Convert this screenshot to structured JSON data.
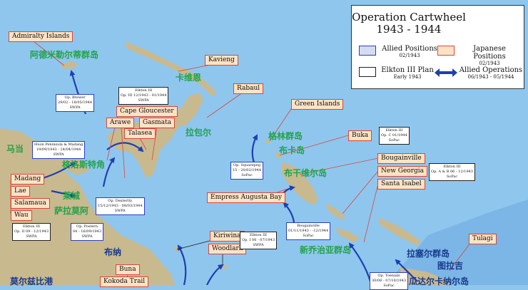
{
  "legend": {
    "title": "Operation Cartwheel",
    "years": "1943 - 1944",
    "allied_positions": "Allied Positions",
    "allied_positions_date": "02/1943",
    "japanese_positions": "Japanese Positions",
    "japanese_positions_date": "02/1943",
    "elkton_plan": "Elkton III Plan",
    "elkton_plan_date": "Early 1943",
    "allied_operations": "Allied Operations",
    "allied_operations_date": "06/1943 - 05/1944"
  },
  "colors": {
    "sea": "#8fc6ee",
    "land": "#c9b98f",
    "allied_fill": "#d4dcf0",
    "allied_border": "#2b3fbf",
    "japanese_fill": "#fbe3c4",
    "japanese_border": "#d9463a",
    "arrow": "#1f3fb0",
    "chinese_label": "#22a34a"
  },
  "places": {
    "admiralty": "Admiralty Islands",
    "kavieng": "Kavieng",
    "rabaul": "Rabaul",
    "green_islands": "Green Islands",
    "buka": "Buka",
    "bougainville": "Bougainville",
    "new_georgia": "New Georgia",
    "santa_isabel": "Santa Isabel",
    "tulagi": "Tulagi",
    "cape_gloucester": "Cape Gloucester",
    "arawe": "Arawe",
    "gasmata": "Gasmata",
    "talasea": "Talasea",
    "empress_augusta": "Empress Augusta Bay",
    "kiriwina": "Kiriwina",
    "woodlark": "Woodlark",
    "madang": "Madang",
    "lae": "Lae",
    "salamaua": "Salamaua",
    "wau": "Wau",
    "buna": "Buna",
    "kokoda": "Kokoda Trail"
  },
  "chinese": {
    "admiralty": "阿德米勒尔蒂群岛",
    "kavieng": "卡维恩",
    "rabaul": "拉包尔",
    "green_islands": "格林群岛",
    "buka": "布卡岛",
    "bougainville": "布干维尔岛",
    "madang": "马当",
    "lae": "莱城",
    "salamaua": "萨拉莫阿",
    "new_britain": "格洛斯特角",
    "buna": "布纳",
    "new_georgia": "新乔治亚群岛",
    "russell": "拉塞尔群岛",
    "tulagi": "图拉吉",
    "guadalcanal": "瓜达尔卡纳尔岛",
    "moresby": "莫尔兹比港"
  },
  "ops": {
    "brewer": {
      "lines": [
        "Op. Brewer",
        "29/02 - 18/05/1944",
        "SWPA"
      ]
    },
    "elkton_a": {
      "lines": [
        "Elkton III",
        "Op. III 12/1943 - 01/1944",
        "SWPA"
      ]
    },
    "huon": {
      "lines": [
        "Huon Peninsula & Madang",
        "19/09/1943 - 24/04/1944",
        "SWPA"
      ]
    },
    "dexterity": {
      "lines": [
        "Op. Dexterity",
        "15/12/1943 - 08/03/1944",
        "SWPA"
      ]
    },
    "squarepeg": {
      "lines": [
        "Op. Squarepeg",
        "15 - 20/02/1944",
        "SoPac"
      ]
    },
    "elkton_buka": {
      "lines": [
        "Elkton III",
        "Op. C 01/1944",
        "SoPac"
      ]
    },
    "elkton_ng": {
      "lines": [
        "Elkton III",
        "Op. A & B 06 - 12/1943",
        "SoPac"
      ]
    },
    "elkton_lae": {
      "lines": [
        "Elkton III",
        "Op. II 09 - 12/1943",
        "SWPA"
      ]
    },
    "postern": {
      "lines": [
        "Op. Postern",
        "04 - 16/09/1943",
        "SWPA"
      ]
    },
    "elkton_kir": {
      "lines": [
        "Elkton III",
        "Op. I 06 - 07/1943",
        "SWPA"
      ]
    },
    "bougainville": {
      "lines": [
        "Bougainville",
        "01/11/1943 - -12/1944",
        "SoPac"
      ]
    },
    "toenails": {
      "lines": [
        "Op. Toenails",
        "30/06 - 07/10/1943",
        "SoPac"
      ]
    }
  }
}
